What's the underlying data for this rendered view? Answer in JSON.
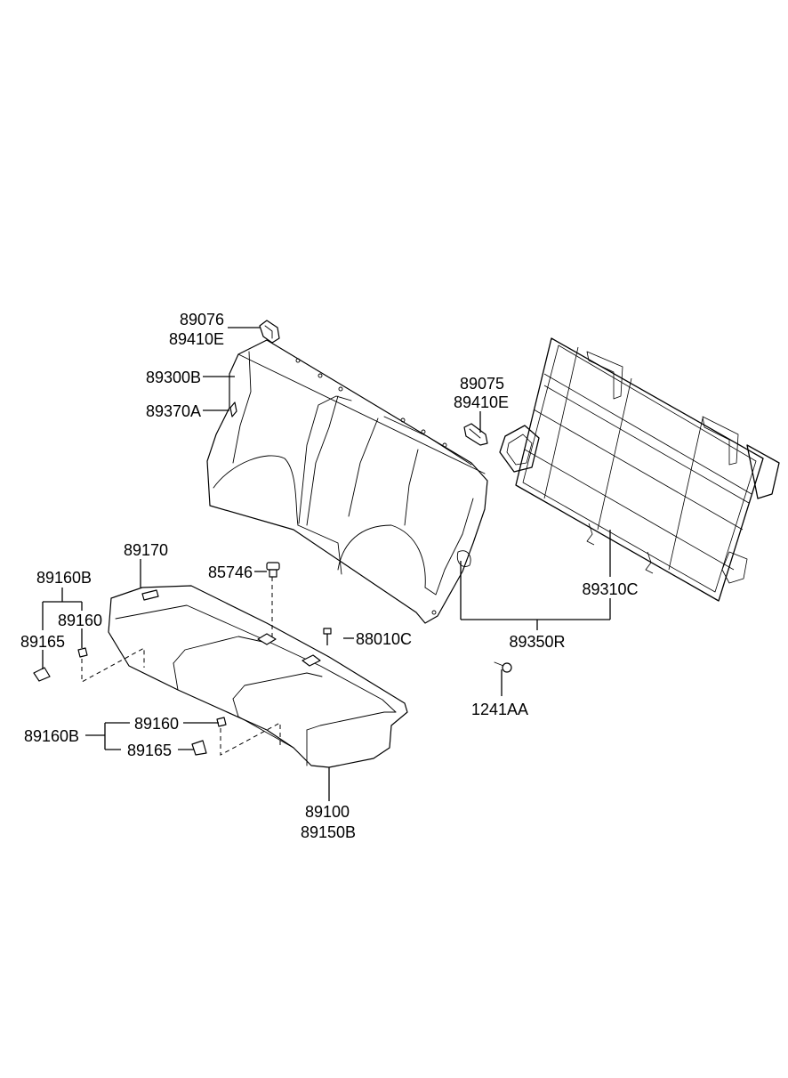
{
  "labels": {
    "p89076": "89076",
    "p89410E_top": "89410E",
    "p89300B": "89300B",
    "p89370A": "89370A",
    "p89075": "89075",
    "p89410E_mid": "89410E",
    "p89170": "89170",
    "p85746": "85746",
    "p89160B_left": "89160B",
    "p89160_left": "89160",
    "p89165_left": "89165",
    "p88010C": "88010C",
    "p89310C": "89310C",
    "p89350R": "89350R",
    "p1241AA": "1241AA",
    "p89160_bottom": "89160",
    "p89160B_bottom": "89160B",
    "p89165_bottom": "89165",
    "p89100": "89100",
    "p89150B": "89150B"
  }
}
